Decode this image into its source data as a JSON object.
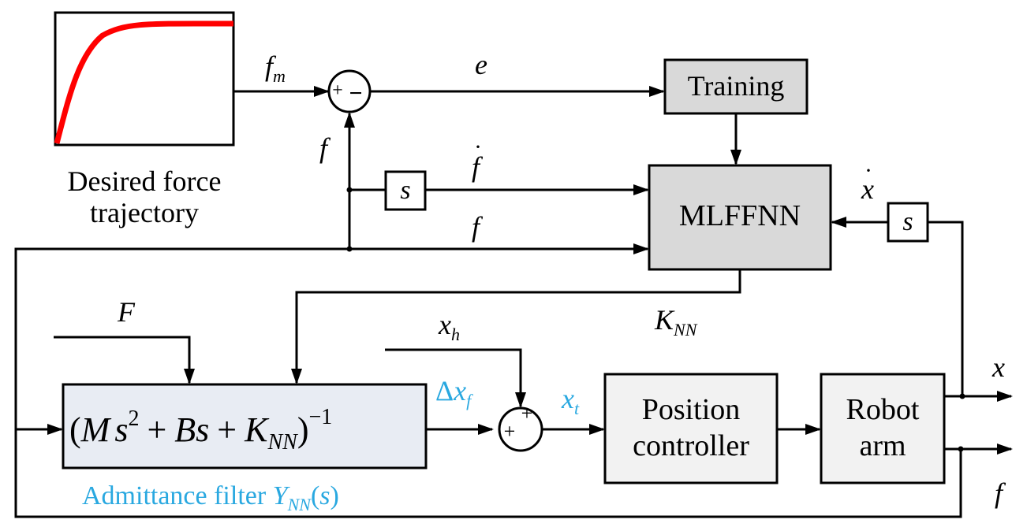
{
  "colors": {
    "line": "#000000",
    "curve": "#ff0000",
    "highlight": "#29a8e0",
    "gray_block": "#d9d9d9",
    "light_gray_block": "#f2f2f2",
    "filter_fill": "#e8ecf3"
  },
  "inset": {
    "caption_line1": "Desired force",
    "caption_line2": "trajectory"
  },
  "blocks": {
    "training": "Training",
    "mlffnn": "MLFFNN",
    "s_force": "s",
    "s_position": "s",
    "position_controller_line1": "Position",
    "position_controller_line2": "controller",
    "robot_arm_line1": "Robot",
    "robot_arm_line2": "arm"
  },
  "filter": {
    "expr_open": "(",
    "expr_M": "M",
    "expr_s1": "s",
    "expr_sq": "2",
    "expr_plus1": "+",
    "expr_B": "B",
    "expr_s2": "s",
    "expr_plus2": "+",
    "expr_K": "K",
    "expr_K_sub": "NN",
    "expr_close": ")",
    "expr_inv": "−1",
    "caption_prefix": "Admittance filter ",
    "caption_Y": "Y",
    "caption_Y_sub": "NN",
    "caption_suffix_open": "(",
    "caption_suffix_s": "s",
    "caption_suffix_close": ")"
  },
  "junctions": {
    "top_plus": "+",
    "top_minus": "−",
    "bottom_plus_top": "+",
    "bottom_plus_left": "+"
  },
  "signals": {
    "fm": "f",
    "fm_sub": "m",
    "e": "e",
    "f_feedback": "f",
    "f_dot": "f",
    "f_bottom": "f",
    "x_dot": "x",
    "K_NN": "K",
    "K_NN_sub": "NN",
    "F": "F",
    "x_h": "x",
    "x_h_sub": "h",
    "delta": "Δ",
    "delta_x": "x",
    "delta_x_sub": "f",
    "x_t": "x",
    "x_t_sub": "t",
    "x_out": "x",
    "f_out": "f",
    "dot": "·"
  }
}
